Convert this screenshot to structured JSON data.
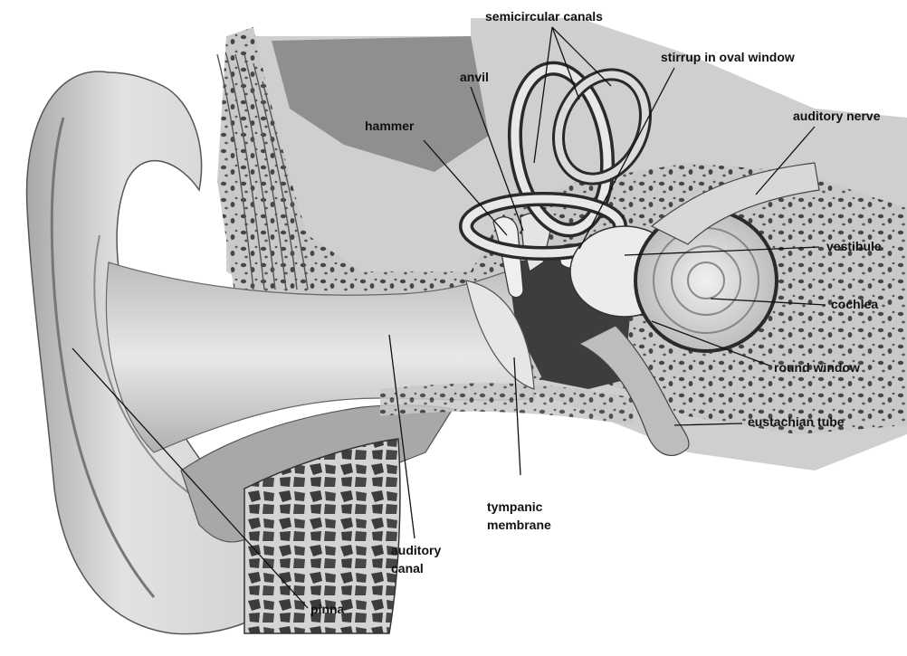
{
  "labels": {
    "semicircular_canals": "semicircular canals",
    "stirrup": "stirrup in oval window",
    "anvil": "anvil",
    "hammer": "hammer",
    "auditory_nerve": "auditory nerve",
    "vestibule": "vestibule",
    "cochlea": "cochlea",
    "round_window": "round window",
    "eustachian_tube": "eustachian tube",
    "tympanic_membrane": [
      "tympanic",
      "membrane"
    ],
    "auditory_canal": [
      "auditory",
      "canal"
    ],
    "pinna": "pinna"
  },
  "colors": {
    "ink": "#1a1a1a",
    "skin": "#d9d9d9",
    "bone": "#bdbdbd",
    "cavity": "#7a7a7a",
    "dark": "#2f2f2f",
    "paper": "#ffffff"
  }
}
